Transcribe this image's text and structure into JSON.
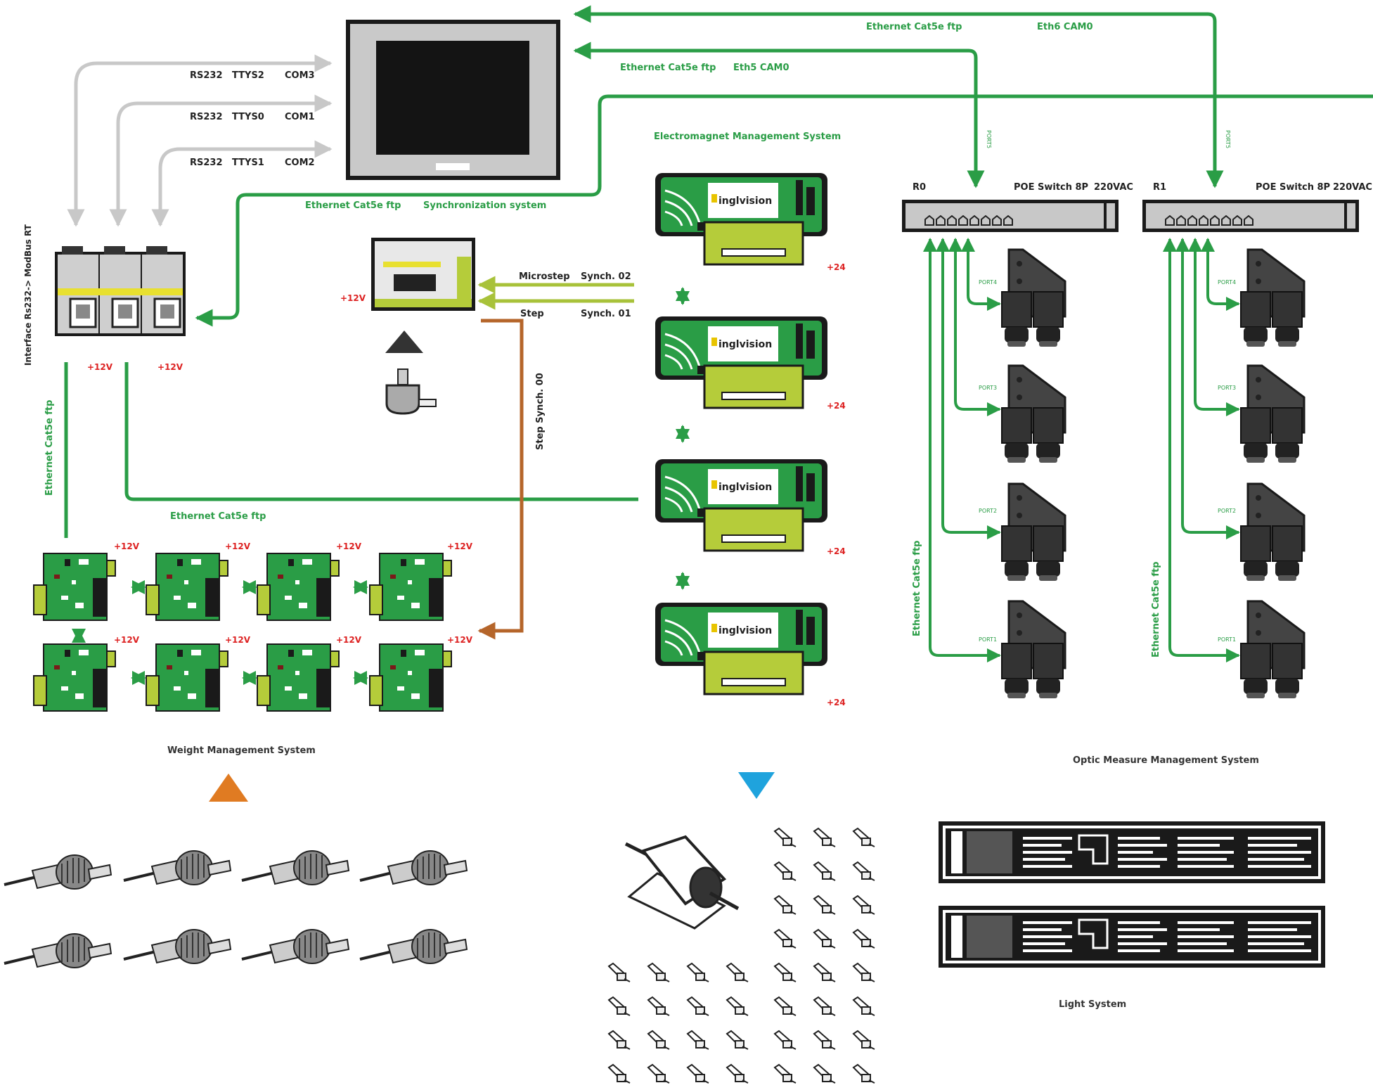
{
  "colors": {
    "green": "#2a9d46",
    "grey": "#c8c8c8",
    "brown": "#b5652a",
    "red": "#dd2222",
    "orange": "#e07b22",
    "blue": "#1fa3dd",
    "dark": "#222222"
  },
  "rs232": [
    {
      "port": "RS232",
      "tty": "TTYS2",
      "com": "COM3"
    },
    {
      "port": "RS232",
      "tty": "TTYS0",
      "com": "COM1"
    },
    {
      "port": "RS232",
      "tty": "TTYS1",
      "com": "COM2"
    }
  ],
  "monitor_links": {
    "top": {
      "cable": "Ethernet Cat5e ftp",
      "iface": "Eth6 CAM0"
    },
    "second": {
      "cable": "Ethernet Cat5e ftp",
      "iface": "Eth5 CAM0"
    }
  },
  "modbus": {
    "interface": "Interface Rs232-> ModBus RT",
    "v1": "+12V",
    "v2": "+12V",
    "cable_vertical": "Ethernet Cat5e ftp",
    "cable_horizontal": "Ethernet Cat5e ftp"
  },
  "sync": {
    "cable": "Ethernet Cat5e ftp",
    "system": "Synchronization system",
    "voltage": "+12V",
    "microstep": "Microstep",
    "synch02": "Synch. 02",
    "step": "Step",
    "synch01": "Synch. 01",
    "step_synch": "Step Synch. 00"
  },
  "electromagnet": {
    "title": "Electromagnet Management System",
    "brand": "inglvision",
    "voltage": "+24"
  },
  "weight": {
    "title": "Weight Management System",
    "voltage": "+12V"
  },
  "switches": [
    {
      "name": "R0",
      "model": "POE Switch 8P",
      "power": "220VAC",
      "cable": "Ethernet Cat5e ftp",
      "uplink_port": "PORT5",
      "ports": [
        "PORT4",
        "PORT3",
        "PORT2",
        "PORT1"
      ]
    },
    {
      "name": "R1",
      "model": "POE Switch 8P",
      "power": "220VAC",
      "cable": "Ethernet Cat5e ftp",
      "uplink_port": "PORT5",
      "ports": [
        "PORT4",
        "PORT3",
        "PORT2",
        "PORT1"
      ]
    }
  ],
  "optic": {
    "title": "Optic Measure Management System"
  },
  "light": {
    "title": "Light System"
  },
  "icons": [
    "monitor-icon",
    "converter-icon",
    "sync-board-icon",
    "motor-icon",
    "electromagnet-board-icon",
    "weight-board-icon",
    "poe-switch-icon",
    "camera-icon",
    "load-cell-icon",
    "solenoid-icon",
    "valve-icon",
    "light-panel-icon"
  ]
}
